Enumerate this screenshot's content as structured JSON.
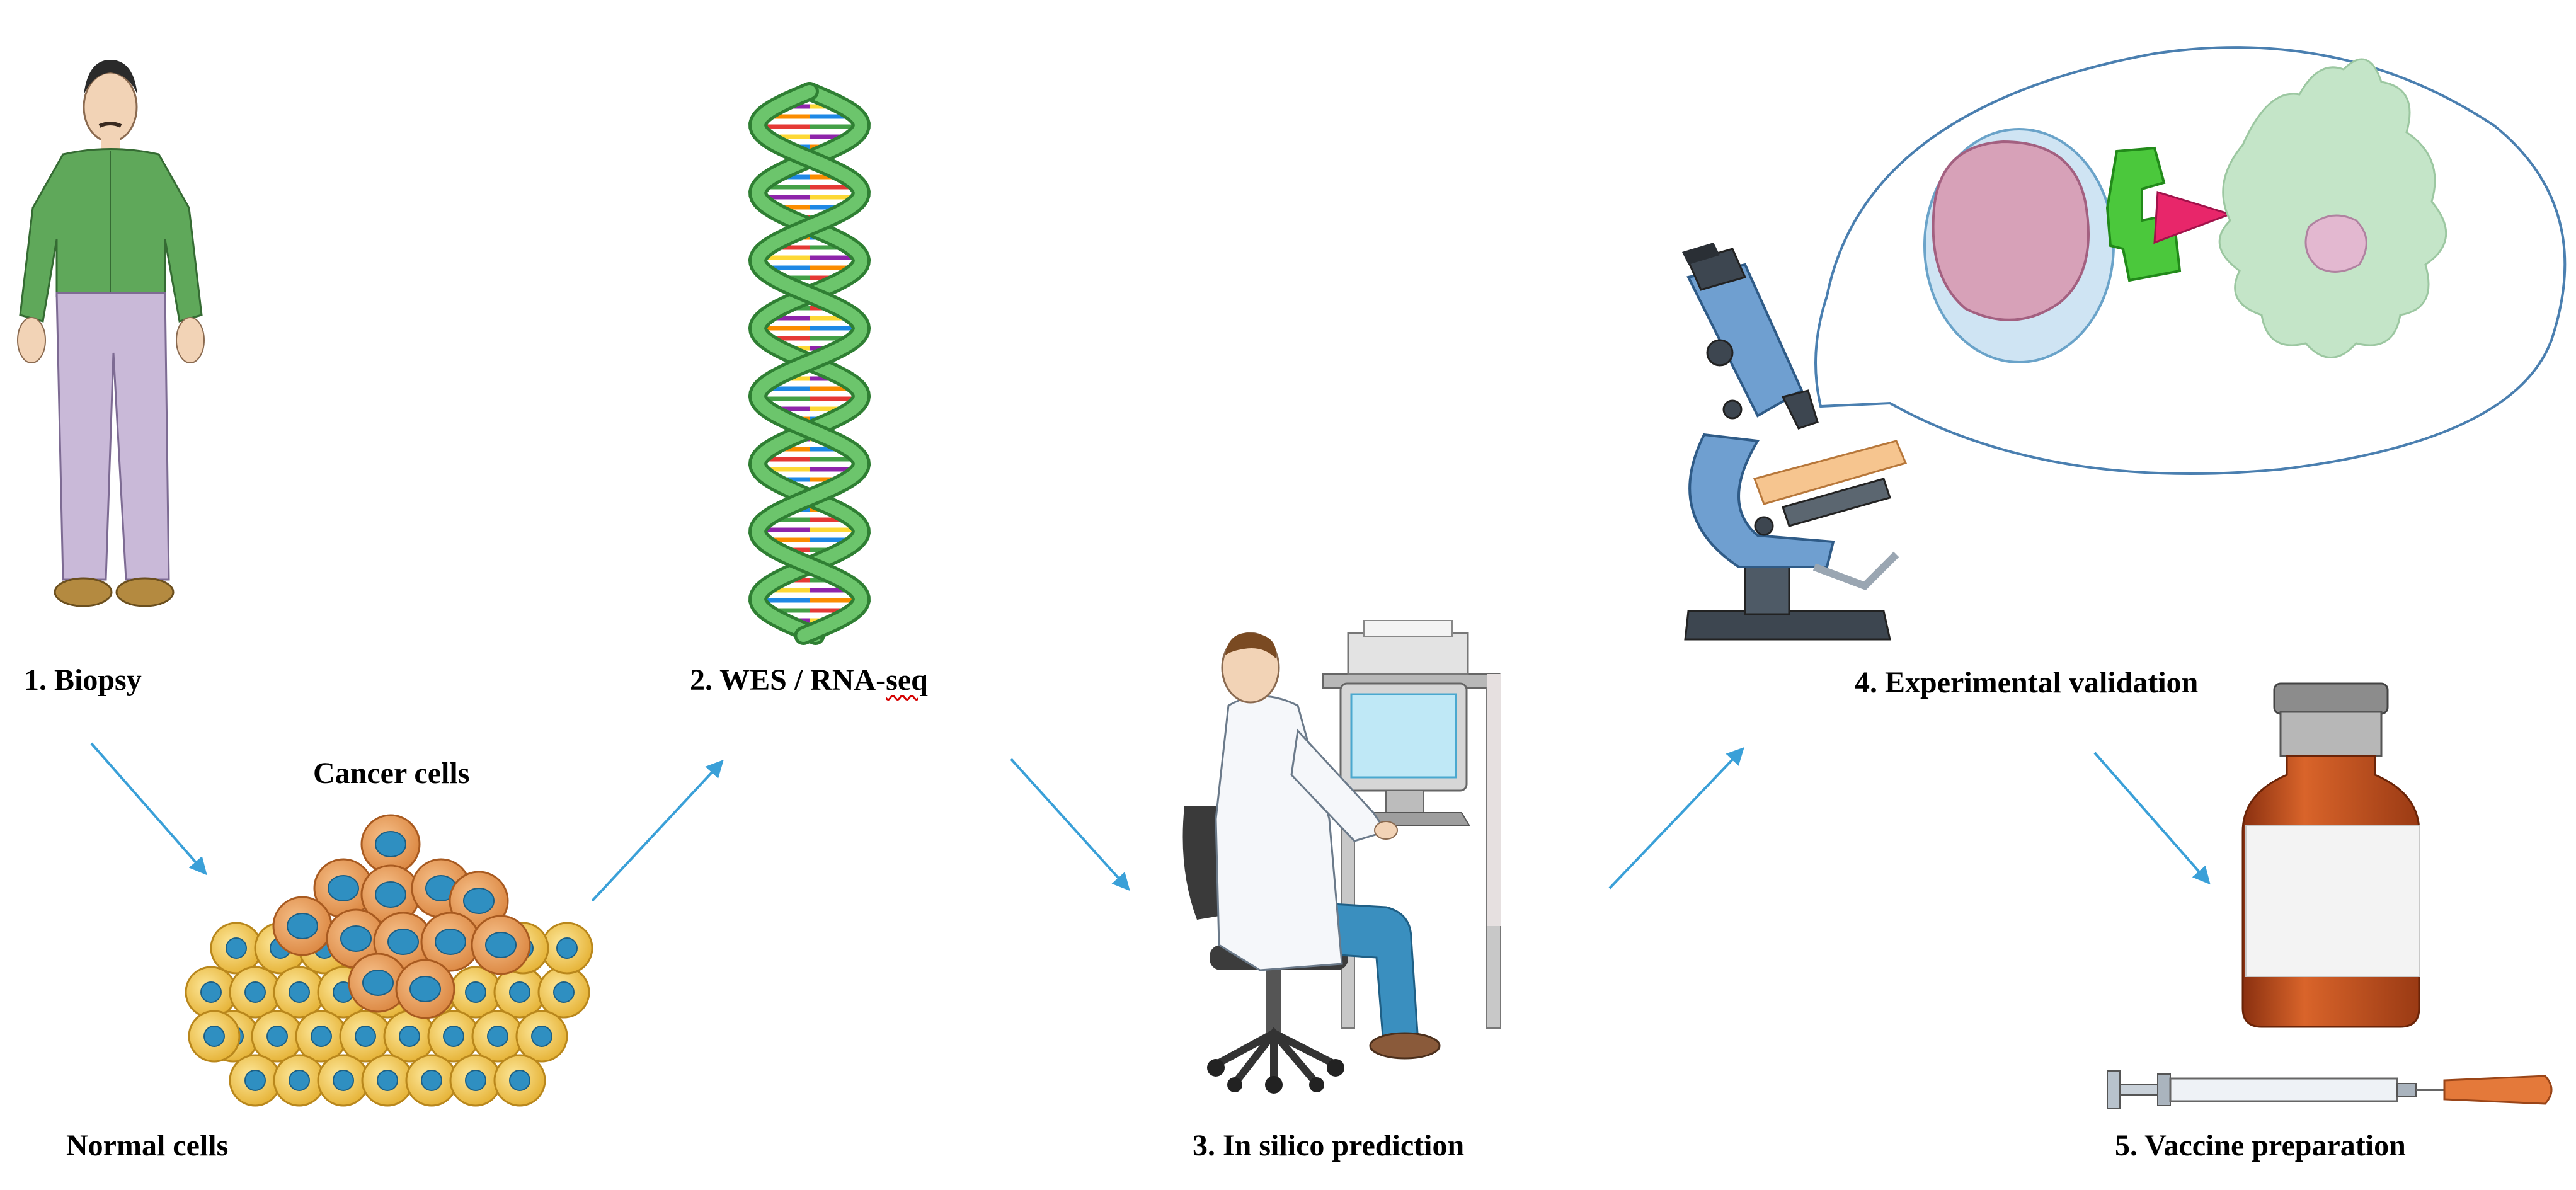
{
  "steps": {
    "biopsy": "1. Biopsy",
    "sequencing_prefix": "2. WES / RNA-",
    "sequencing_suffix": "seq",
    "prediction": "3. In silico prediction",
    "validation": "4. Experimental validation",
    "vaccine": "5. Vaccine preparation"
  },
  "labels": {
    "cancer_cells": "Cancer cells",
    "normal_cells": "Normal cells"
  },
  "colors": {
    "arrow": "#3aa0d8",
    "shirt": "#5fa85a",
    "pants": "#c9b9d8",
    "dna_strand": "#59b35a",
    "cancer_cell": "#e89a52",
    "normal_cell": "#f1c64a",
    "nucleus": "#2f8fc1",
    "microscope": "#6f9fd0",
    "vial": "#c0501e",
    "speech_bubble": "#4a7fb0"
  },
  "icons": [
    "person-figure",
    "dna-helix-icon",
    "cell-cluster",
    "scientist-at-computer",
    "microscope-icon",
    "cell-interaction-bubble",
    "vaccine-vial-icon",
    "syringe-icon"
  ]
}
